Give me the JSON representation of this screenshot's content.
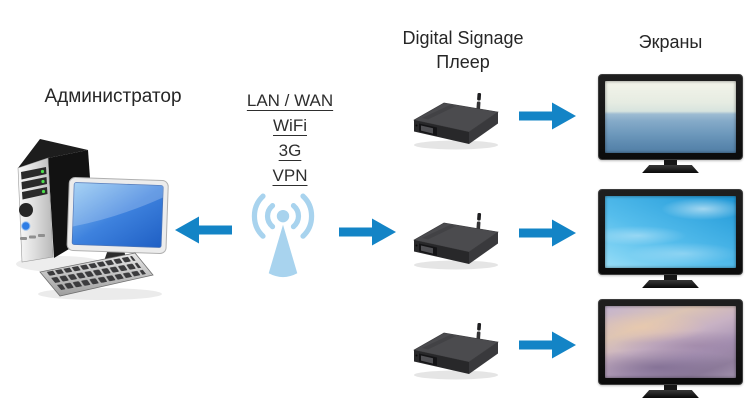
{
  "admin": {
    "label": "Администратор"
  },
  "network": {
    "icon": "wifi-antenna-icon",
    "connection_labels": [
      "LAN / WAN",
      "WiFi",
      "3G",
      "VPN"
    ]
  },
  "players": {
    "title_line1": "Digital Signage",
    "title_line2": "Плеер",
    "count": 3
  },
  "screens": {
    "title": "Экраны",
    "items": [
      {
        "scene": "ocean-horizon"
      },
      {
        "scene": "blue-sky"
      },
      {
        "scene": "sunset-clouds"
      }
    ]
  },
  "colors": {
    "arrow_blue": "#1384c6",
    "wifi_icon_blue": "#a8d3ee",
    "label_text": "#2b2b2b"
  }
}
